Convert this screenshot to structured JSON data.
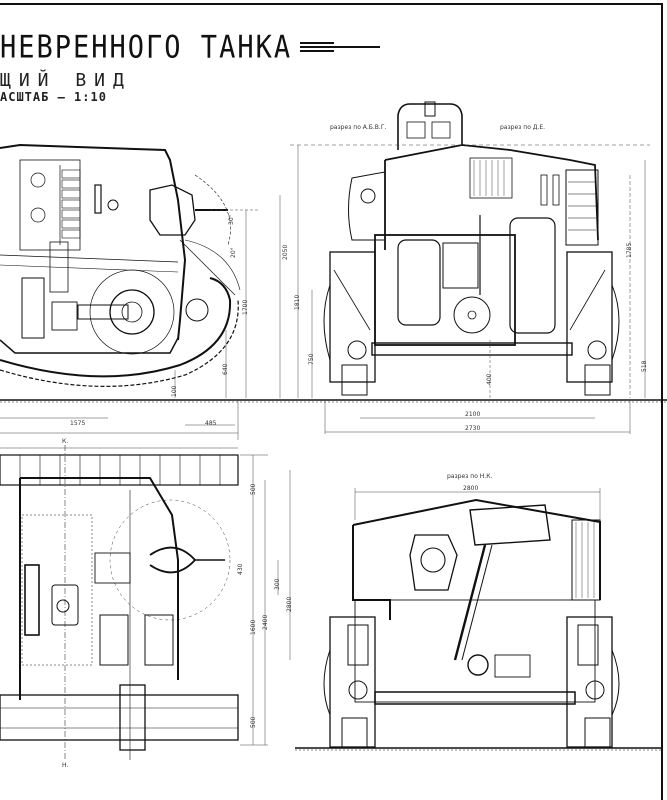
{
  "drawing": {
    "title": "НЕВРЕННОГО ТАНКА",
    "subtitle": "ЩИЙ ВИД",
    "scale_label": "АСШТАБ — 1:10",
    "colors": {
      "ink": "#111111",
      "paper": "#ffffff",
      "fine_line": "#555555"
    }
  },
  "views": {
    "side_elevation": {
      "name": "side-section",
      "dimensions": {
        "h_1700": "1700",
        "h_640": "640",
        "h_100": "100",
        "w_1575": "1575",
        "w_485": "485",
        "angle_1": "30°",
        "angle_2": "20°"
      }
    },
    "front_section": {
      "caption_left": "разрез по А.Б.В.Г.",
      "caption_right": "разрез по Д.Е.",
      "dimensions": {
        "h_2050": "2050",
        "h_1810": "1810",
        "h_750": "750",
        "h_1785": "1785",
        "h_518": "518",
        "h_400": "400",
        "w_2100": "2100",
        "w_2730": "2730"
      }
    },
    "plan_view": {
      "section_marker_top": "К.",
      "section_marker_bottom": "Н.",
      "dimensions": {
        "w_500_top": "500",
        "w_430": "430",
        "w_300": "300",
        "w_1600": "1600",
        "w_2400": "2400",
        "w_2800": "2800",
        "w_500_bottom": "500"
      }
    },
    "rear_section": {
      "caption": "разрез по Н.К.",
      "dimensions": {
        "w_2800": "2800"
      }
    }
  }
}
